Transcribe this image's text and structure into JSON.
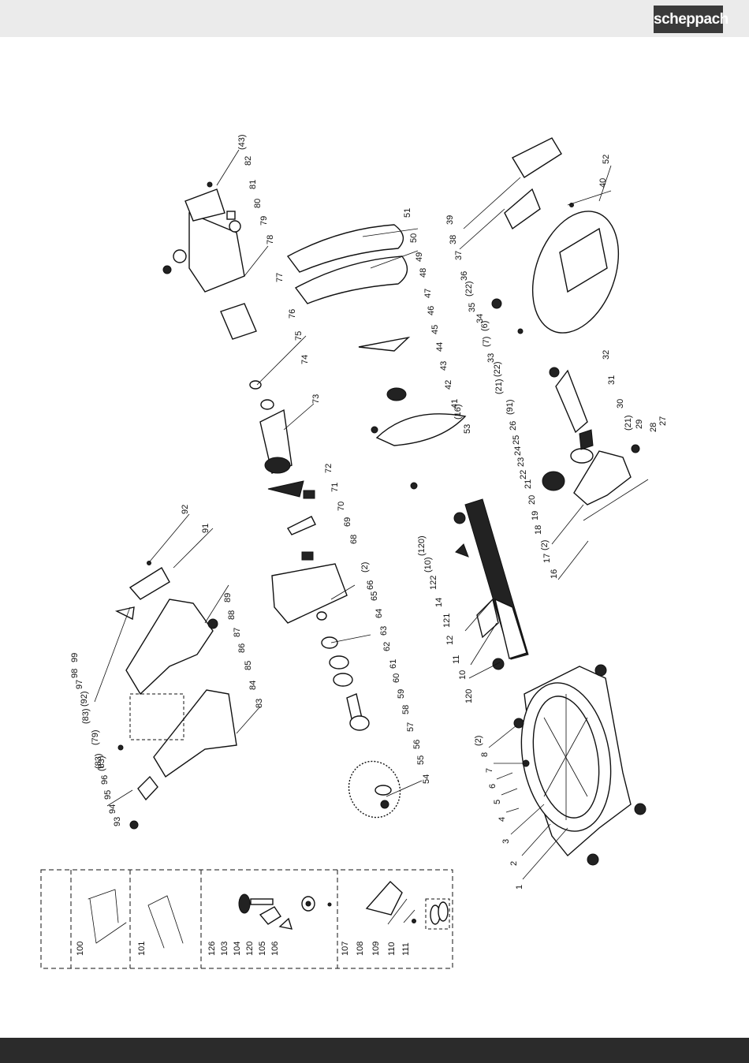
{
  "brand": {
    "logo_text": "scheppach"
  },
  "colors": {
    "header_bg": "#ebebeb",
    "footer_bg": "#2b2b2b",
    "logo_bg": "#3a3a3a"
  },
  "callouts": [
    "1",
    "2",
    "3",
    "4",
    "5",
    "6",
    "7",
    "8",
    "(2)",
    "10",
    "11",
    "12",
    "120",
    "14",
    "121",
    "122",
    "(10)",
    "(120)",
    "16",
    "17",
    "(2)",
    "18",
    "19",
    "20",
    "21",
    "22",
    "23",
    "24",
    "25",
    "26",
    "(91)",
    "27",
    "28",
    "29",
    "(21)",
    "30",
    "31",
    "32",
    "(21)",
    "(22)",
    "33",
    "(7)",
    "(6)",
    "34",
    "35",
    "(22)",
    "36",
    "37",
    "38",
    "39",
    "40",
    "52",
    "51",
    "50",
    "49",
    "48",
    "47",
    "46",
    "45",
    "44",
    "43",
    "42",
    "41",
    "(16)",
    "53",
    "54",
    "55",
    "56",
    "57",
    "58",
    "59",
    "60",
    "61",
    "62",
    "63",
    "64",
    "65",
    "66",
    "(2)",
    "68",
    "69",
    "70",
    "71",
    "72",
    "73",
    "74",
    "75",
    "76",
    "77",
    "78",
    "79",
    "80",
    "81",
    "82",
    "(43)",
    "83",
    "(83)",
    "84",
    "85",
    "86",
    "87",
    "88",
    "89",
    "(79)",
    "(83)",
    "(92)",
    "97",
    "98",
    "99",
    "91",
    "92",
    "93",
    "94",
    "95",
    "96",
    "(83)",
    "100",
    "101",
    "126",
    "103",
    "104",
    "120",
    "105",
    "106",
    "107",
    "108",
    "109",
    "110",
    "111"
  ]
}
